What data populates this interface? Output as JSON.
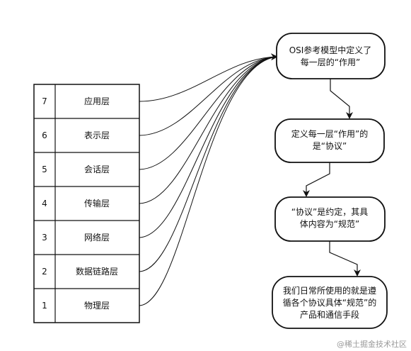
{
  "osi_table": {
    "layers": [
      {
        "number": "7",
        "name": "应用层"
      },
      {
        "number": "6",
        "name": "表示层"
      },
      {
        "number": "5",
        "name": "会话层"
      },
      {
        "number": "4",
        "name": "传输层"
      },
      {
        "number": "3",
        "name": "网络层"
      },
      {
        "number": "2",
        "name": "数据链路层"
      },
      {
        "number": "1",
        "name": "物理层"
      }
    ]
  },
  "flow_nodes": [
    {
      "lines": [
        "OSI参考模型中定义了",
        "每一层的“作用”"
      ]
    },
    {
      "lines": [
        "定义每一层“作用”的",
        "是“协议”"
      ]
    },
    {
      "lines": [
        "“协议”是约定，其具",
        "体内容为“规范”"
      ]
    },
    {
      "lines": [
        "我们日常所使用的就是遵",
        "循各个协议具体“规范”的",
        "产品和通信手段"
      ]
    }
  ],
  "watermark": {
    "text": "@稀土掘金技术社区"
  },
  "colors": {
    "stroke": "#111111",
    "background": "#ffffff",
    "watermark": "#9a9a9a"
  }
}
